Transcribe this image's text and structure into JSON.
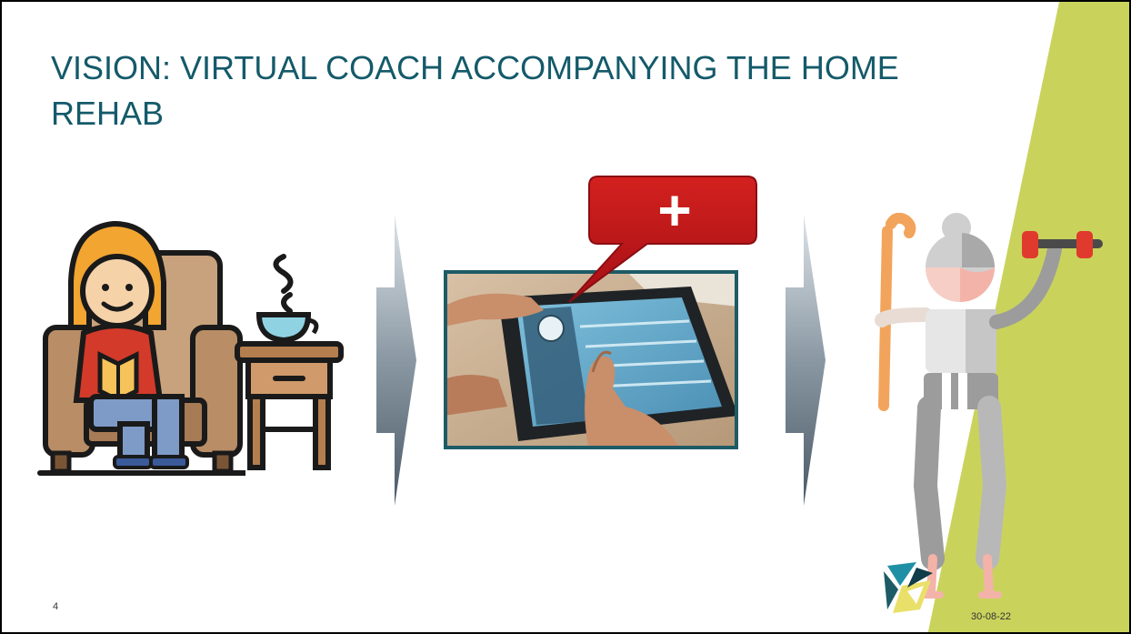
{
  "slide": {
    "title": "VISION: VIRTUAL COACH ACCOMPANYING THE HOME REHAB",
    "number": "4",
    "date": "30-08-22",
    "callout_symbol": "+"
  },
  "colors": {
    "title": "#145a6a",
    "accent_green": "#c9d35c",
    "callout_red": "#c0151b",
    "arrow_gray": "#8a98a3",
    "frame_teal": "#1d5b66"
  },
  "icons": {
    "person_in_armchair": "person-reading-in-armchair-illustration",
    "tea_table": "side-table-with-steaming-cup-illustration",
    "tablet_photo": "hand-using-tablet-photo",
    "senior_exercise": "elderly-woman-with-cane-and-dumbbell-illustration",
    "logo": "organization-logo"
  }
}
